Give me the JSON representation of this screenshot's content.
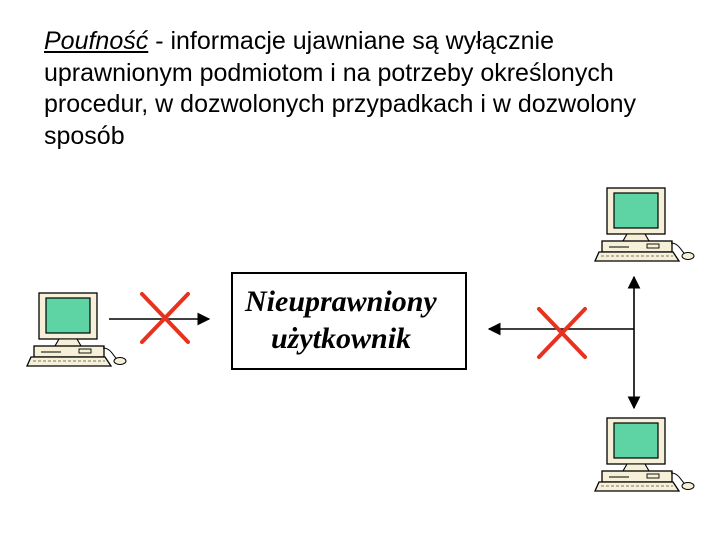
{
  "definition": {
    "term": "Poufność",
    "rest": " - informacje ujawniane są wyłącznie uprawnionym podmiotom i na potrzeby określonych procedur, w dozwolonych przypadkach i w dozwolony sposób"
  },
  "box": {
    "line1": "Nieuprawniony",
    "line2": "użytkownik"
  },
  "icons": {
    "left_computer": "computer-icon",
    "top_right_computer": "computer-icon",
    "bottom_right_computer": "computer-icon",
    "block_mark": "cross-icon"
  },
  "colors": {
    "cross": "#e8321e",
    "screen": "#5ed4a4",
    "case": "#f6f0d8"
  }
}
